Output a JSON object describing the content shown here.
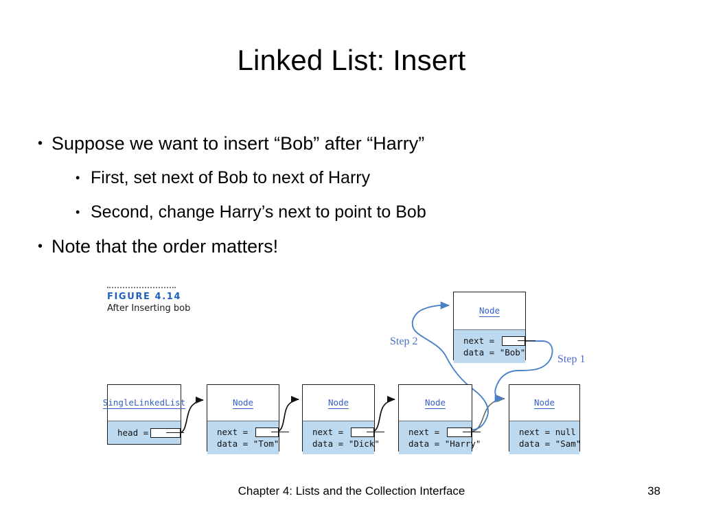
{
  "slide": {
    "title": "Linked List: Insert",
    "bullets": [
      {
        "level": 1,
        "marker": "•",
        "text": "Suppose we want to insert “Bob” after “Harry”"
      },
      {
        "level": 2,
        "marker": "•",
        "text": "First, set next of Bob to next of Harry"
      },
      {
        "level": 2,
        "marker": "•",
        "text": "Second, change Harry’s next to point to Bob"
      },
      {
        "level": 1,
        "marker": "•",
        "text": "Note that the order matters!"
      }
    ]
  },
  "figure": {
    "number": "FIGURE 4.14",
    "subtitle": "After Inserting bob"
  },
  "diagram": {
    "list_box": {
      "title": "SingleLinkedList",
      "field_label": "head =",
      "pointer": "box"
    },
    "nodes": [
      {
        "id": "tom",
        "title": "Node",
        "next_label": "next = ",
        "next_value": "",
        "data_label": "data = ",
        "data_value": "\"Tom\""
      },
      {
        "id": "dick",
        "title": "Node",
        "next_label": "next = ",
        "next_value": "",
        "data_label": "data = ",
        "data_value": "\"Dick\""
      },
      {
        "id": "harry",
        "title": "Node",
        "next_label": "next = ",
        "next_value": "",
        "data_label": "data = ",
        "data_value": "\"Harry\""
      },
      {
        "id": "sam",
        "title": "Node",
        "next_label": "next = ",
        "next_value": "null",
        "data_label": "data = ",
        "data_value": "\"Sam\""
      },
      {
        "id": "bob",
        "title": "Node",
        "next_label": "next = ",
        "next_value": "",
        "data_label": "data = ",
        "data_value": "\"Bob\""
      }
    ],
    "steps": [
      {
        "id": "step1",
        "label": "Step 1"
      },
      {
        "id": "step2",
        "label": "Step 2"
      }
    ],
    "colors": {
      "node_fill": "#bcd9f0",
      "node_border": "#1b1b1b",
      "title_blue": "#3560c9",
      "step_arrow": "#4a80c8",
      "figure_blue": "#1f5fbf"
    }
  },
  "footer": {
    "text": "Chapter 4: Lists and the Collection Interface",
    "page": "38"
  }
}
